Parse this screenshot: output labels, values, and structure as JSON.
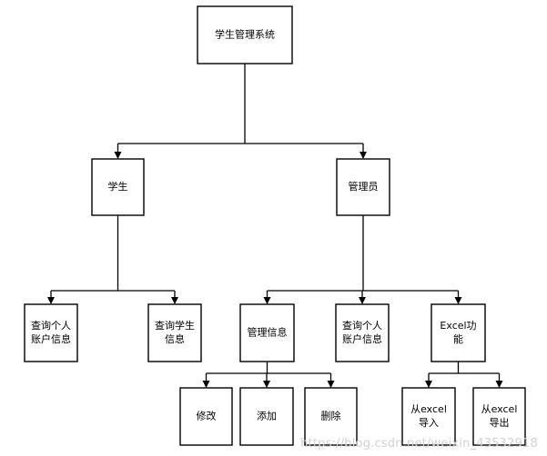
{
  "diagram": {
    "nodes": [
      {
        "id": "root",
        "lines": [
          "学生管理系统"
        ]
      },
      {
        "id": "student",
        "lines": [
          "学生"
        ]
      },
      {
        "id": "admin",
        "lines": [
          "管理员"
        ]
      },
      {
        "id": "s_account",
        "lines": [
          "查询个人",
          "账户信息"
        ]
      },
      {
        "id": "s_query",
        "lines": [
          "查询学生",
          "信息"
        ]
      },
      {
        "id": "manage",
        "lines": [
          "管理信息"
        ]
      },
      {
        "id": "a_account",
        "lines": [
          "查询个人",
          "账户信息"
        ]
      },
      {
        "id": "excel",
        "lines": [
          "Excel功",
          "能"
        ]
      },
      {
        "id": "modify",
        "lines": [
          "修改"
        ]
      },
      {
        "id": "add",
        "lines": [
          "添加"
        ]
      },
      {
        "id": "delete",
        "lines": [
          "删除"
        ]
      },
      {
        "id": "import",
        "lines": [
          "从excel",
          "导入"
        ]
      },
      {
        "id": "export",
        "lines": [
          "从excel",
          "导出"
        ]
      }
    ],
    "edges": [
      {
        "from": "root",
        "to": [
          "student",
          "admin"
        ]
      },
      {
        "from": "student",
        "to": [
          "s_account",
          "s_query"
        ]
      },
      {
        "from": "admin",
        "to": [
          "manage",
          "a_account",
          "excel"
        ]
      },
      {
        "from": "manage",
        "to": [
          "modify",
          "add",
          "delete"
        ]
      },
      {
        "from": "excel",
        "to": [
          "import",
          "export"
        ]
      }
    ]
  },
  "watermark": "https://blog.csdn.net/weixin_43532918"
}
